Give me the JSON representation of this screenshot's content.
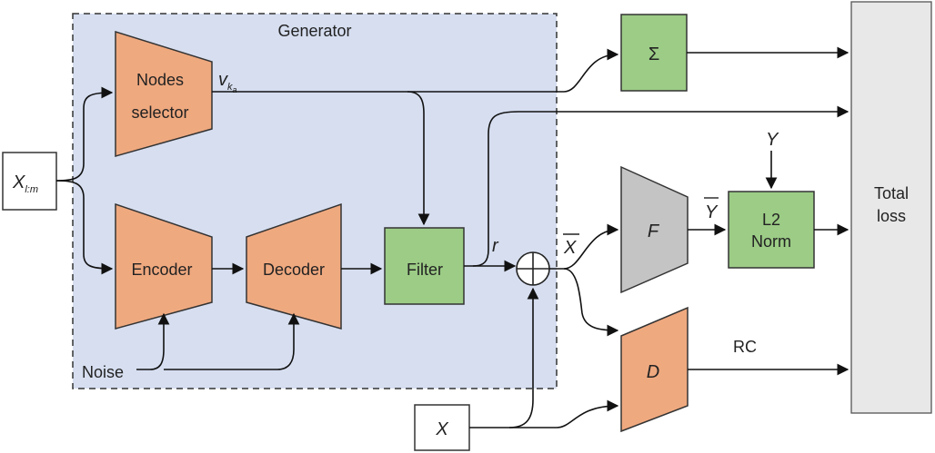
{
  "colors": {
    "generator_bg": "#d6def0",
    "orange": "#efa97f",
    "green": "#9ccc86",
    "gray": "#c4c4c4",
    "loss_bg": "#e8e8e8",
    "stroke": "#333333"
  },
  "labels": {
    "generator": "Generator",
    "nodes_selector_1": "Nodes",
    "nodes_selector_2": "selector",
    "v_main": "v",
    "v_sub": "k",
    "v_subsub": "a",
    "input_main": "X",
    "input_sub": "l:m",
    "encoder": "Encoder",
    "decoder": "Decoder",
    "filter": "Filter",
    "noise": "Noise",
    "r": "r",
    "xbar": "X",
    "sum": "Σ",
    "f": "F",
    "ybar": "Y",
    "y": "Y",
    "l2_1": "L2",
    "l2_2": "Norm",
    "d": "D",
    "rc": "RC",
    "x": "X",
    "total_1": "Total",
    "total_2": "loss"
  }
}
